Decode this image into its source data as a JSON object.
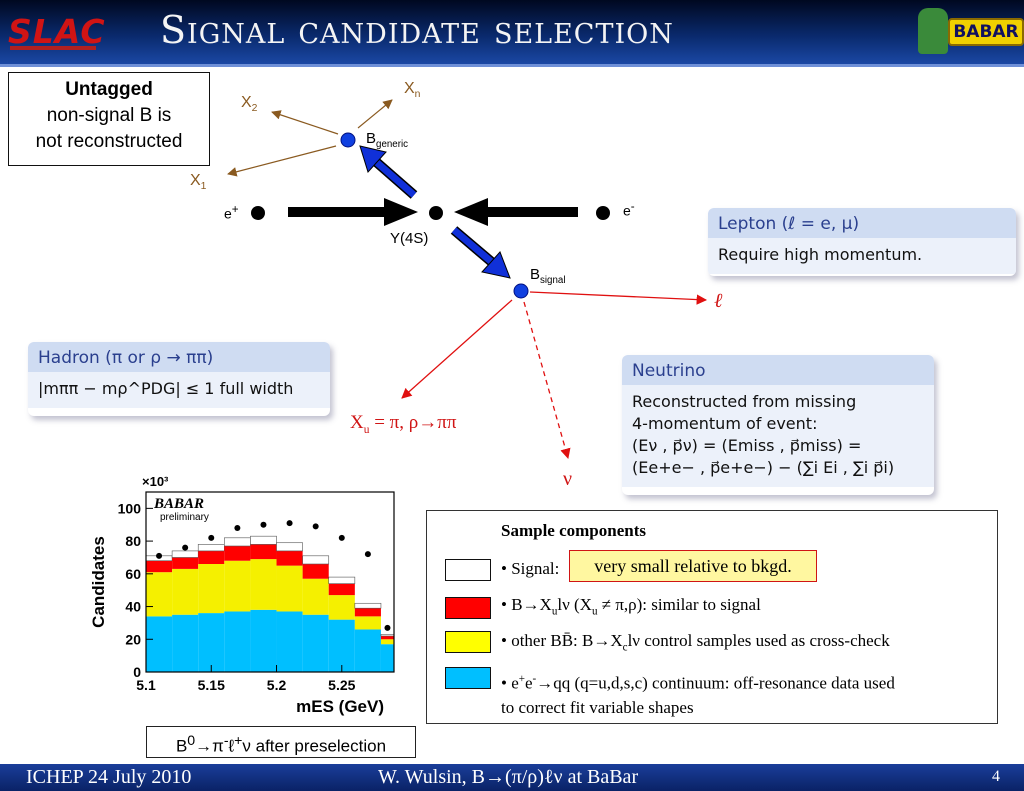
{
  "header": {
    "slac_logo": "SLAC",
    "title": "Signal candidate selection",
    "babar_logo": "BABAR"
  },
  "untagged_box": {
    "heading": "Untagged",
    "line1": "non-signal B is",
    "line2": "not reconstructed"
  },
  "diagram": {
    "e_plus": "e",
    "e_plus_sup": "+",
    "e_minus": "e",
    "e_minus_sup": "-",
    "upsilon": "Y(4S)",
    "b_generic": "B",
    "b_generic_sub": "generic",
    "b_signal": "B",
    "b_signal_sub": "signal",
    "x1": "X",
    "x1_sub": "1",
    "x2": "X",
    "x2_sub": "2",
    "xn": "X",
    "xn_sub": "n",
    "lepton_symbol": "ℓ",
    "neutrino_symbol": "ν",
    "xu_label": "X",
    "xu_sub": "u",
    "xu_rest": " = π,  ρ→ππ",
    "colors": {
      "arrow_blue": "#1030d8",
      "track_red": "#e01010",
      "track_brown": "#8a5a20"
    }
  },
  "blocks": {
    "lepton": {
      "title": "Lepton (ℓ = e, μ)",
      "body": "Require high momentum."
    },
    "hadron": {
      "title": "Hadron (π or ρ → ππ)",
      "body": "|mππ − mρ^PDG| ≤ 1 full width"
    },
    "neutrino": {
      "title": "Neutrino",
      "line1": "Reconstructed from missing",
      "line2": "4-momentum of event:",
      "line3": "(Eν , p⃗ν) = (Emiss , p⃗miss) =",
      "line4": "(Ee+e− , p⃗e+e−) − (∑i Ei , ∑i p⃗i)"
    }
  },
  "plot_caption": {
    "prefix": "B",
    "sup0": "0",
    "rest": "→π",
    "supminus": "-",
    "rest2": "ℓ",
    "supplus": "+",
    "rest3": "ν after preselection"
  },
  "chart_data": {
    "type": "bar",
    "title": "",
    "xlabel": "mES (GeV)",
    "ylabel": "Candidates",
    "y_multiplier": "×10³",
    "experiment_label": "BABAR",
    "status_label": "preliminary",
    "xlim": [
      5.1,
      5.29
    ],
    "ylim": [
      0,
      110
    ],
    "x_ticks": [
      "5.1",
      "5.15",
      "5.2",
      "5.25"
    ],
    "y_ticks": [
      "0",
      "20",
      "40",
      "60",
      "80",
      "100"
    ],
    "bin_edges": [
      5.1,
      5.12,
      5.14,
      5.16,
      5.18,
      5.2,
      5.22,
      5.24,
      5.26,
      5.28,
      5.29
    ],
    "series": [
      {
        "name": "e+e-→qq continuum",
        "color": "#00bfff",
        "values": [
          34,
          35,
          36,
          37,
          38,
          37,
          35,
          32,
          26,
          17
        ]
      },
      {
        "name": "other BB̄",
        "color": "#f5f000",
        "values": [
          27,
          28,
          30,
          31,
          31,
          28,
          22,
          15,
          8,
          3
        ]
      },
      {
        "name": "B→Xulν",
        "color": "#ff0000",
        "values": [
          7,
          7,
          8,
          9,
          9,
          9,
          9,
          7,
          5,
          2
        ]
      },
      {
        "name": "Signal",
        "color": "#ffffff",
        "values": [
          3,
          4,
          4,
          5,
          5,
          5,
          5,
          4,
          3,
          1
        ]
      }
    ],
    "data_points": [
      71,
      76,
      82,
      88,
      90,
      91,
      89,
      82,
      72,
      27
    ]
  },
  "legend": {
    "heading": "Sample components",
    "signal_prefix": "• Signal:",
    "signal_highlight": "very small relative to bkgd.",
    "xu_row_a": "• B→X",
    "xu_row_sub": "u",
    "xu_row_b": "lν (X",
    "xu_row_sub2": "u",
    "xu_row_c": " ≠ π,ρ):  similar to signal",
    "bb_row_a": "• other BB̄:  B→X",
    "bb_row_sub": "c",
    "bb_row_b": "lν control samples used as cross-check",
    "cont_row_a": "• e",
    "cont_row_sup1": "+",
    "cont_row_b": "e",
    "cont_row_sup2": "-",
    "cont_row_c": "→qq (q=u,d,s,c) continuum:  off-resonance data used",
    "cont_row_d": "to correct fit variable shapes",
    "swatch_colors": [
      "#ffffff",
      "#ff0000",
      "#ffff00",
      "#00bfff"
    ]
  },
  "footer": {
    "left": "ICHEP 24 July 2010",
    "center": "W. Wulsin, B→(π/ρ)ℓν at BaBar",
    "page": "4"
  }
}
